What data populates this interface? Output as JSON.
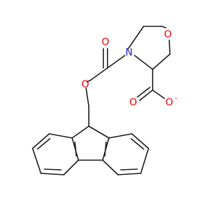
{
  "atoms": {
    "ring_oxygen": "O",
    "nitrogen": "N",
    "carbamate_carbonyl_oxygen": "O",
    "carbamate_ester_oxygen": "O",
    "carboxylate_carbonyl_oxygen": "O",
    "carboxylate_oxygen": "O",
    "carboxylate_charge": "-"
  },
  "colors": {
    "oxygen": "#e00000",
    "nitrogen": "#2020d0",
    "bond": "#1a1a1a",
    "background": "#ffffff"
  }
}
